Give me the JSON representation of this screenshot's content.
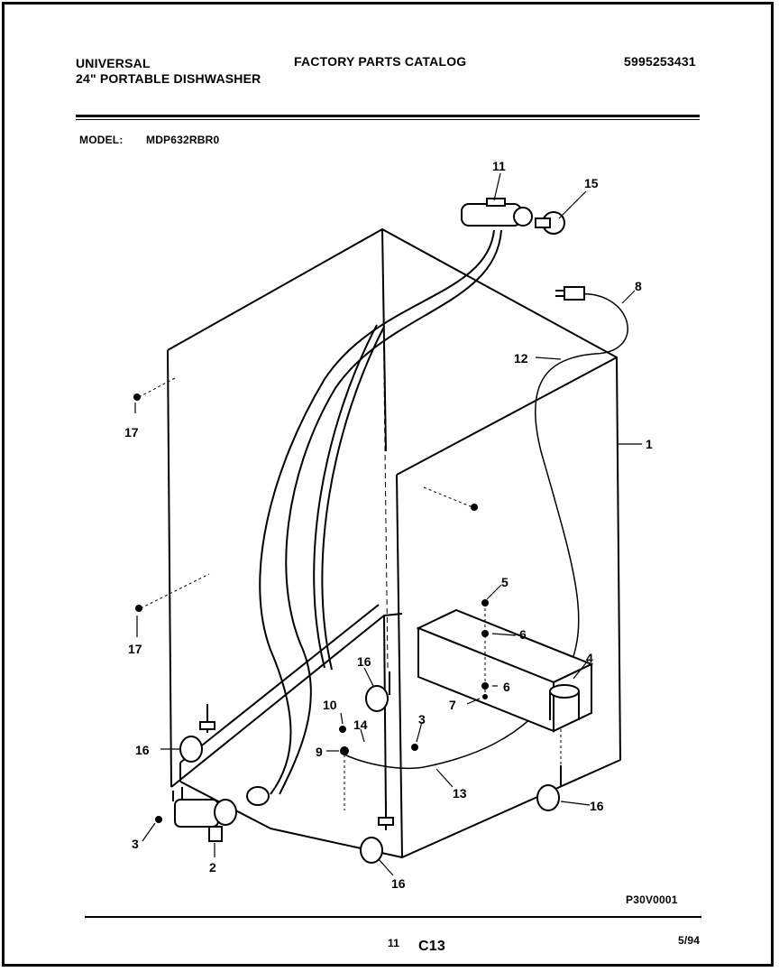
{
  "header": {
    "brand": "UNIVERSAL",
    "product": "24\" PORTABLE DISHWASHER",
    "catalog_title": "FACTORY PARTS CATALOG",
    "catalog_number": "5995253431",
    "model_label": "MODEL:",
    "model_value": "MDP632RBR0"
  },
  "callouts": {
    "c1": "1",
    "c2": "2",
    "c3a": "3",
    "c3b": "3",
    "c4": "4",
    "c5": "5",
    "c6a": "6",
    "c6b": "6",
    "c7": "7",
    "c8": "8",
    "c9": "9",
    "c10": "10",
    "c11": "11",
    "c12": "12",
    "c13": "13",
    "c14": "14",
    "c15": "15",
    "c16a": "16",
    "c16b": "16",
    "c16c": "16",
    "c16d": "16",
    "c17a": "17",
    "c17b": "17"
  },
  "figure_code": "P30V0001",
  "footer": {
    "page_number": "11",
    "section_code": "C13",
    "date": "5/94"
  }
}
